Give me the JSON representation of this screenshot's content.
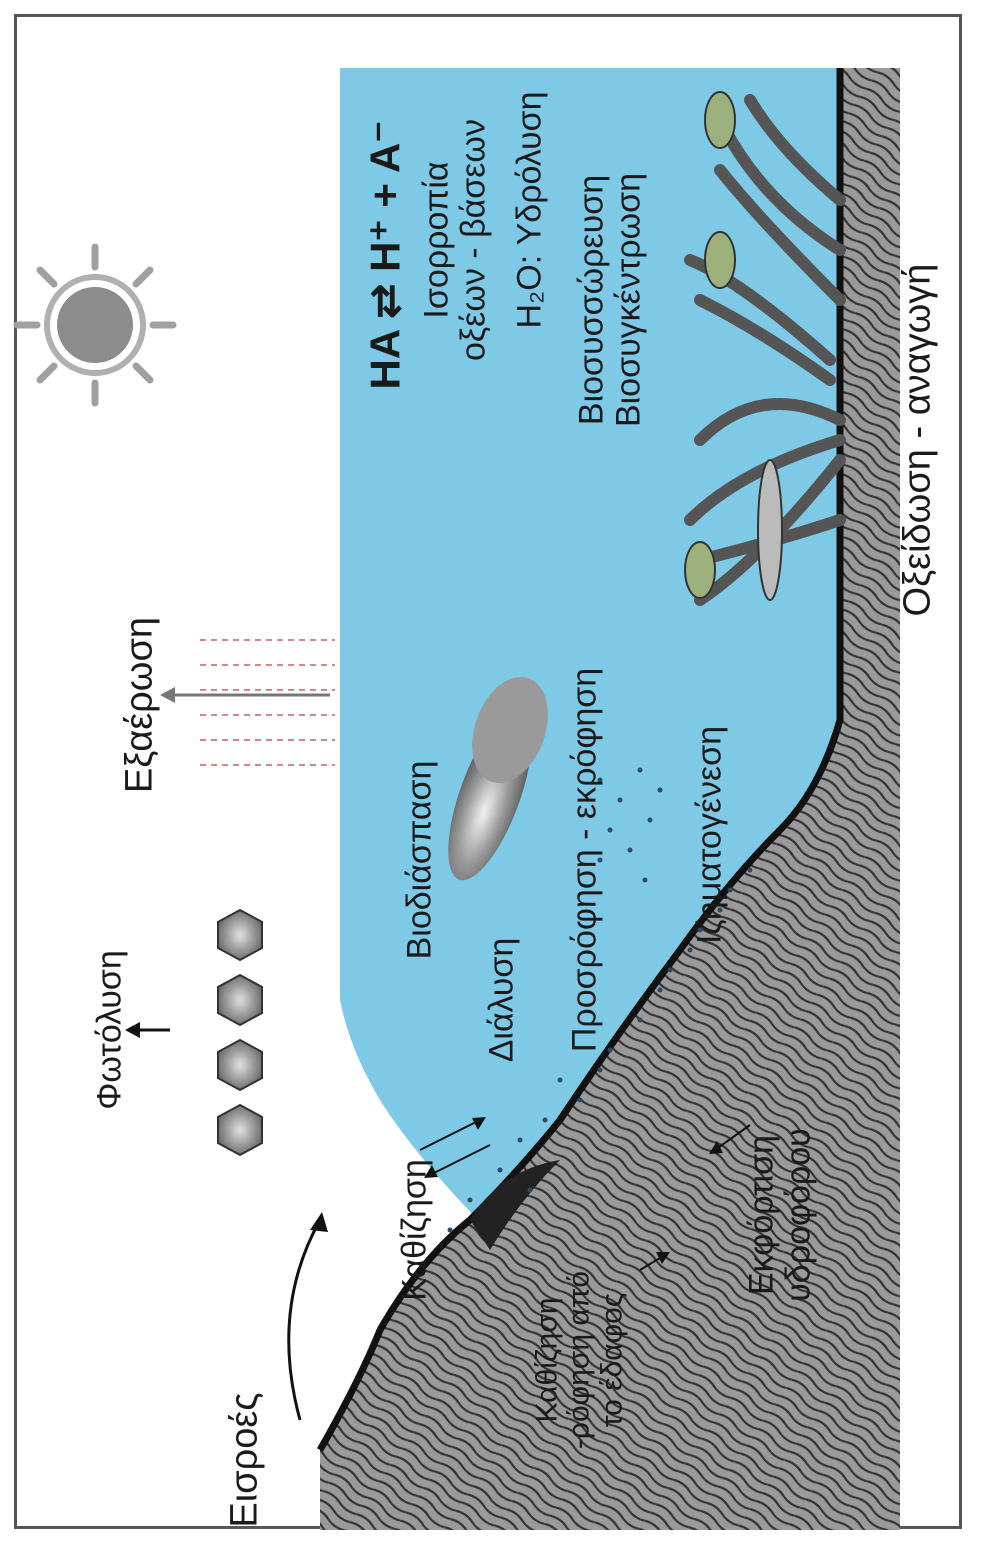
{
  "labels": {
    "inflows": "Εισροές",
    "photolysis": "Φωτόλυση",
    "evaporation": "Εξαέρωση",
    "settling_dissolution_a": "Καθίζηση",
    "settling_dissolution_b": "Διάλυση",
    "biodegradation": "Βιοδιάσπαση",
    "sorption": "Προσρόφηση - εκρόφηση",
    "sedimentation": "Ιζηματογένεση",
    "bioaccumulation": "Βιοσυσσώρευση",
    "bioconcentration": "Βιοσυγκέντρωση",
    "acid_base_formula_left": "HA",
    "acid_base_formula_right": "H⁺ + A⁻",
    "acid_base_label_1": "Ισορροπία",
    "acid_base_label_2": "οξέων - βάσεων",
    "hydrolysis": "Υδρόλυση",
    "soil_runoff_1": "Καθίζηση",
    "soil_runoff_2": "-ρόφηση από",
    "soil_runoff_3": "το έδαφος",
    "groundwater_1": "Εκφόρτιση",
    "groundwater_2": "υδροφόρου",
    "redox": "Οξείδωση - αναγωγή"
  },
  "colors": {
    "water": "#7ec9e6",
    "sediment": "#8a8a8a",
    "sediment_dark": "#222222",
    "sun": "#8c8c8c"
  }
}
